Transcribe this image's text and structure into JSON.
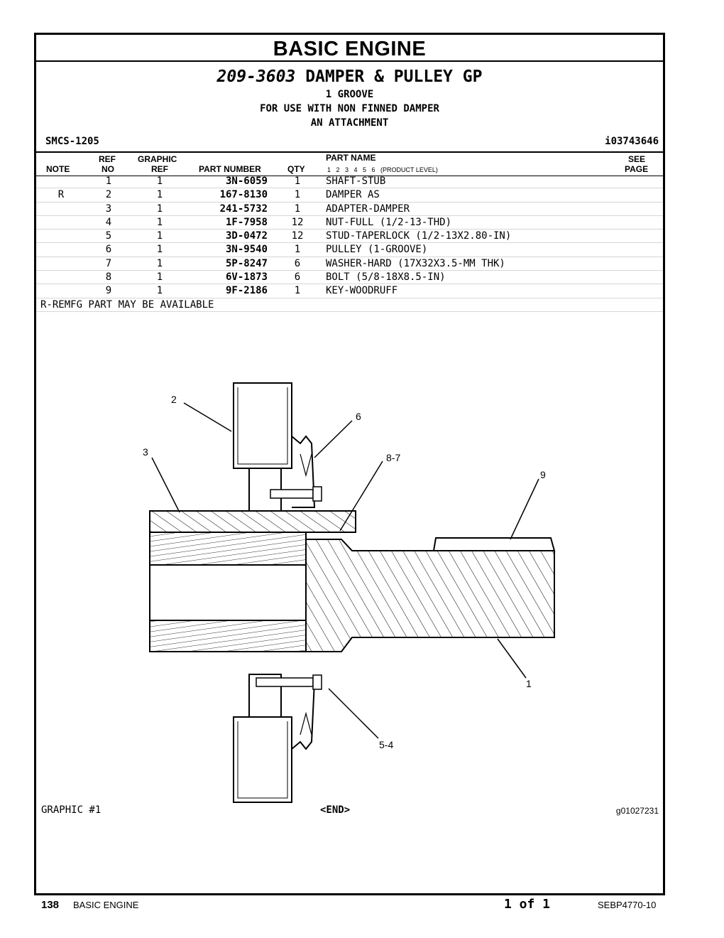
{
  "section": "BASIC ENGINE",
  "group": {
    "part_number": "209-3603",
    "name": "DAMPER & PULLEY GP",
    "lines": [
      "1 GROOVE",
      "FOR USE WITH NON FINNED DAMPER",
      "AN ATTACHMENT"
    ]
  },
  "smcs": "SMCS-1205",
  "illustration_id": "i03743646",
  "columns": {
    "note": "NOTE",
    "ref_top": "REF",
    "ref_bottom": "NO",
    "graphic_top": "GRAPHIC",
    "graphic_bottom": "REF",
    "part_number": "PART NUMBER",
    "qty": "QTY",
    "part_name": "PART NAME",
    "product_levels": "1   2   3   4   5   6   (PRODUCT LEVEL)",
    "see_top": "SEE",
    "see_bottom": "PAGE"
  },
  "parts": [
    {
      "note": "",
      "ref": "1",
      "graphic": "1",
      "part_number": "3N-6059",
      "qty": "1",
      "name": "SHAFT-STUB"
    },
    {
      "note": "R",
      "ref": "2",
      "graphic": "1",
      "part_number": "167-8130",
      "qty": "1",
      "name": "DAMPER AS"
    },
    {
      "note": "",
      "ref": "3",
      "graphic": "1",
      "part_number": "241-5732",
      "qty": "1",
      "name": "ADAPTER-DAMPER"
    },
    {
      "note": "",
      "ref": "4",
      "graphic": "1",
      "part_number": "1F-7958",
      "qty": "12",
      "name": "NUT-FULL (1/2-13-THD)"
    },
    {
      "note": "",
      "ref": "5",
      "graphic": "1",
      "part_number": "3D-0472",
      "qty": "12",
      "name": "STUD-TAPERLOCK (1/2-13X2.80-IN)"
    },
    {
      "note": "",
      "ref": "6",
      "graphic": "1",
      "part_number": "3N-9540",
      "qty": "1",
      "name": "PULLEY (1-GROOVE)"
    },
    {
      "note": "",
      "ref": "7",
      "graphic": "1",
      "part_number": "5P-8247",
      "qty": "6",
      "name": "WASHER-HARD (17X32X3.5-MM THK)"
    },
    {
      "note": "",
      "ref": "8",
      "graphic": "1",
      "part_number": "6V-1873",
      "qty": "6",
      "name": "BOLT (5/8-18X8.5-IN)"
    },
    {
      "note": "",
      "ref": "9",
      "graphic": "1",
      "part_number": "9F-2186",
      "qty": "1",
      "name": "KEY-WOODRUFF"
    }
  ],
  "footnote": "R-REMFG PART MAY BE AVAILABLE",
  "callouts": {
    "c2": "2",
    "c6": "6",
    "c3": "3",
    "c87": "8-7",
    "c9": "9",
    "c1": "1",
    "c54": "5-4"
  },
  "graphic_label": "GRAPHIC #1",
  "end_label": "<END>",
  "graphic_number": "g01027231",
  "footer": {
    "page_number": "138",
    "section": "BASIC ENGINE",
    "page_of": "1 of 1",
    "doc_number": "SEBP4770-10"
  }
}
